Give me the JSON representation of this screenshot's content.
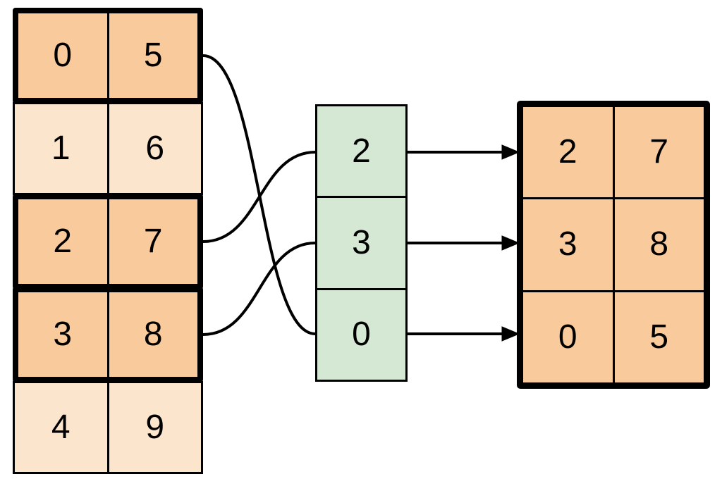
{
  "diagram": {
    "kind": "row-indexing-gather",
    "source_table": {
      "rows": [
        {
          "cells": [
            "0",
            "5"
          ],
          "highlighted": true
        },
        {
          "cells": [
            "1",
            "6"
          ],
          "highlighted": false
        },
        {
          "cells": [
            "2",
            "7"
          ],
          "highlighted": true
        },
        {
          "cells": [
            "3",
            "8"
          ],
          "highlighted": true
        },
        {
          "cells": [
            "4",
            "9"
          ],
          "highlighted": false
        }
      ]
    },
    "index_column": {
      "cells": [
        "2",
        "3",
        "0"
      ]
    },
    "result_table": {
      "rows": [
        {
          "cells": [
            "2",
            "7"
          ]
        },
        {
          "cells": [
            "3",
            "8"
          ]
        },
        {
          "cells": [
            "0",
            "5"
          ]
        }
      ]
    },
    "connections": {
      "curves": [
        {
          "from": "source-row-0",
          "to": "index-cell-2"
        },
        {
          "from": "source-row-2",
          "to": "index-cell-0"
        },
        {
          "from": "source-row-3",
          "to": "index-cell-1"
        }
      ],
      "arrows": [
        {
          "from": "index-cell-0",
          "to": "result-row-0"
        },
        {
          "from": "index-cell-1",
          "to": "result-row-1"
        },
        {
          "from": "index-cell-2",
          "to": "result-row-2"
        }
      ]
    }
  },
  "colors": {
    "cell_orange": "#f9cb9c",
    "cell_peach": "#fce5cd",
    "cell_green": "#d5e8d4",
    "stroke": "#000000",
    "canvas_bg": "#ffffff"
  }
}
